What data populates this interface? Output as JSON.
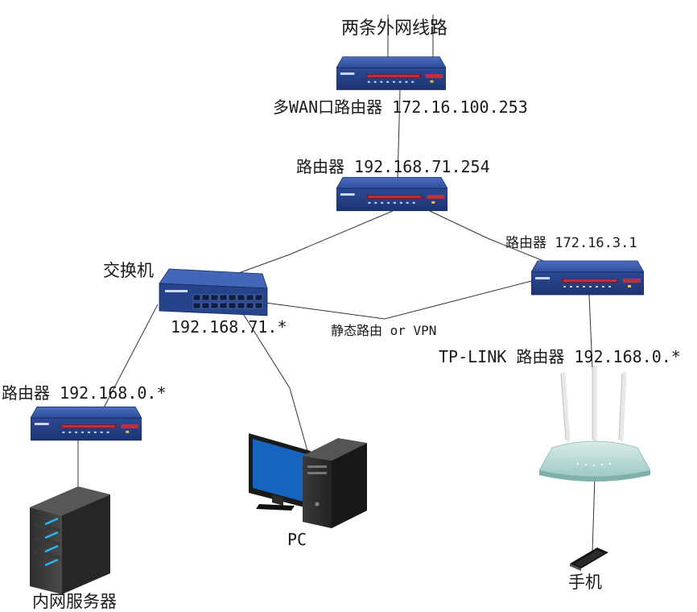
{
  "labels": {
    "wan_lines": "两条外网线路",
    "multiwan_router": "多WAN口路由器 172.16.100.253",
    "main_router": "路由器 192.168.71.254",
    "switch": "交换机",
    "switch_subnet": "192.168.71.*",
    "router_right": "路由器  172.16.3.1",
    "static_route": "静态路由 or VPN",
    "tplink_router": "TP-LINK 路由器 192.168.0.*",
    "router_left": "路由器  192.168.0.*",
    "pc": "PC",
    "server": "内网服务器",
    "phone": "手机"
  },
  "colors": {
    "device_blue": "#2f4f9c",
    "device_dark": "#1f3776",
    "line": "#333333",
    "pc_screen": "#1565c0",
    "server_led": "#29b6f6",
    "router_body": "#b9dcd8"
  }
}
